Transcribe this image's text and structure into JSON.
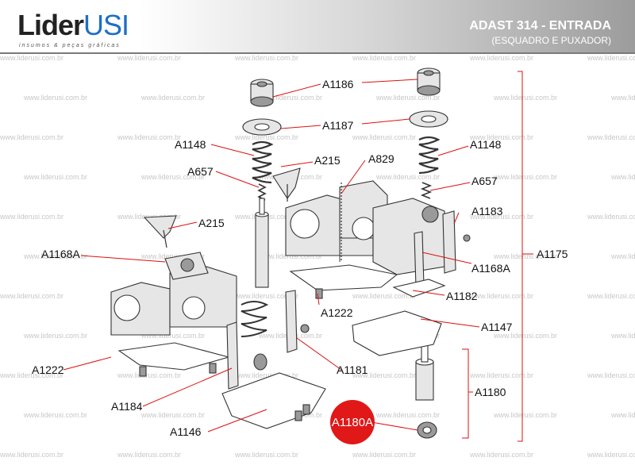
{
  "header": {
    "logo_main": "Lider",
    "logo_accent": "USI",
    "logo_tagline": "insumos & peças gráficas",
    "title": "ADAST 314 - ENTRADA",
    "subtitle": "(ESQUADRO E PUXADOR)"
  },
  "watermark": "www.liderusi.com.br",
  "labels": {
    "a1186": "A1186",
    "a1187": "A1187",
    "a1148_left": "A1148",
    "a1148_right": "A1148",
    "a215_top": "A215",
    "a215_left": "A215",
    "a829": "A829",
    "a657_left": "A657",
    "a657_right": "A657",
    "a1183": "A1183",
    "a1175": "A1175",
    "a1168a_left": "A1168A",
    "a1168a_right": "A1168A",
    "a1222_center": "A1222",
    "a1222_left": "A1222",
    "a1182": "A1182",
    "a1147": "A1147",
    "a1181": "A1181",
    "a1180": "A1180",
    "a1184": "A1184",
    "a1146": "A1146"
  },
  "highlight": {
    "label": "A1180A",
    "color": "#e01818"
  },
  "colors": {
    "leader": "#dd1111",
    "title_text": "#ffffff",
    "accent": "#1e6fc4"
  }
}
